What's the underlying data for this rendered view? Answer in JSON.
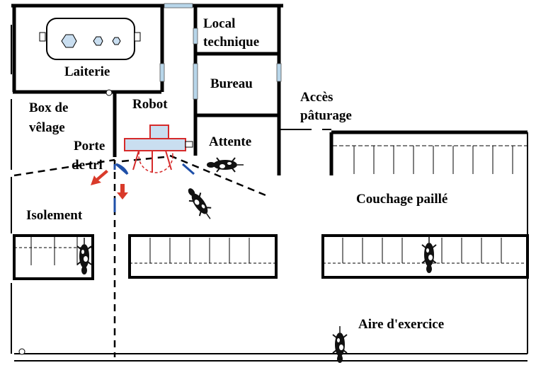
{
  "labels": {
    "laiterie": "Laiterie",
    "local_technique_1": "Local",
    "local_technique_2": "technique",
    "bureau": "Bureau",
    "acces_1": "Accès",
    "acces_2": "pâturage",
    "box_1": "Box de",
    "box_2": "vêlage",
    "robot": "Robot",
    "attente": "Attente",
    "porte_1": "Porte",
    "porte_2": "de tri",
    "isolement": "Isolement",
    "couchage": "Couchage paillé",
    "aire": "Aire d'exercice"
  },
  "colors": {
    "wall": "#000000",
    "robot": "#d62a2a",
    "robot_fill": "#c9def0",
    "gate": "#1f4fa8",
    "arrow": "#d93a2a",
    "window": "#b8d6ea",
    "cow": "#111111"
  },
  "icons": {
    "cow": "cow-icon",
    "arrow": "exit-arrow-icon",
    "robot": "milking-robot-icon",
    "tank": "milk-tank-icon"
  }
}
